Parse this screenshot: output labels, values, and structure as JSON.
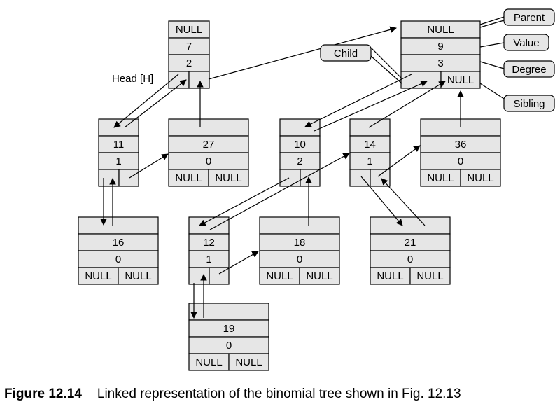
{
  "head_label": "Head [H]",
  "null_text": "NULL",
  "nodes": {
    "n7": {
      "parent": "NULL",
      "value": "7",
      "degree": "2",
      "sibling": ""
    },
    "n9": {
      "parent": "NULL",
      "value": "9",
      "degree": "3",
      "sibling": "NULL"
    },
    "n11": {
      "parent": "",
      "value": "11",
      "degree": "1"
    },
    "n27": {
      "parent": "",
      "value": "27",
      "degree": "0",
      "child": "NULL",
      "sibling": "NULL"
    },
    "n10": {
      "parent": "",
      "value": "10",
      "degree": "2"
    },
    "n14": {
      "parent": "",
      "value": "14",
      "degree": "1"
    },
    "n36": {
      "parent": "",
      "value": "36",
      "degree": "0",
      "child": "NULL",
      "sibling": "NULL"
    },
    "n16": {
      "parent": "",
      "value": "16",
      "degree": "0",
      "child": "NULL",
      "sibling": "NULL"
    },
    "n12": {
      "parent": "",
      "value": "12",
      "degree": "1"
    },
    "n18": {
      "parent": "",
      "value": "18",
      "degree": "0",
      "child": "NULL",
      "sibling": "NULL"
    },
    "n21": {
      "parent": "",
      "value": "21",
      "degree": "0",
      "child": "NULL",
      "sibling": "NULL"
    },
    "n19": {
      "parent": "",
      "value": "19",
      "degree": "0",
      "child": "NULL",
      "sibling": "NULL"
    }
  },
  "callouts": {
    "parent": "Parent",
    "value": "Value",
    "degree": "Degree",
    "sibling": "Sibling",
    "child": "Child"
  },
  "caption": {
    "figure_label": "Figure 12.14",
    "text": "Linked representation of the binomial tree shown in Fig. 12.13"
  },
  "colors": {
    "cell_fill": "#e6e6e6",
    "stroke": "#000000"
  }
}
